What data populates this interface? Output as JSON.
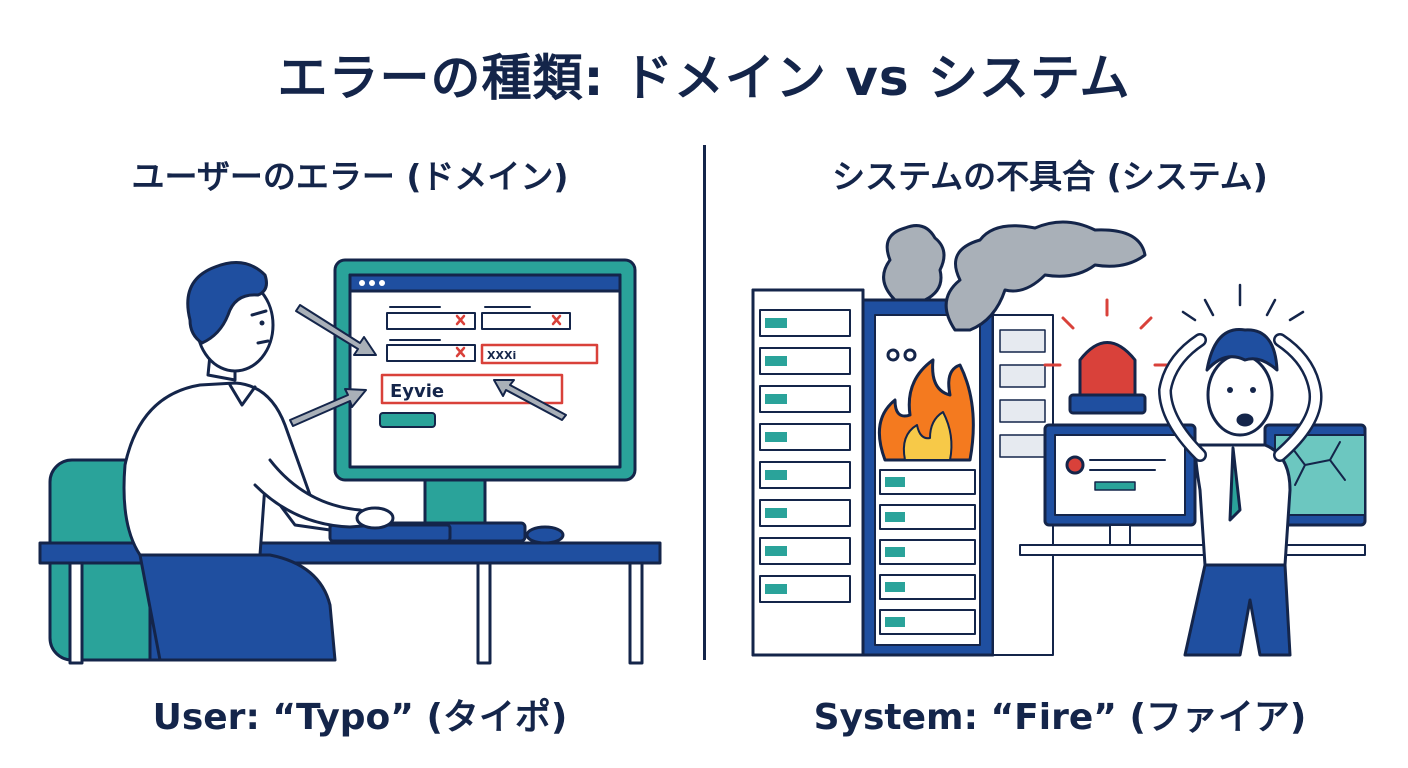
{
  "title": "エラーの種類: ドメイン vs システム",
  "left_panel": {
    "heading": "ユーザーのエラー (ドメイン)",
    "caption": "User: “Typo” (タイポ)",
    "screen": {
      "input_typed": "Eyvie",
      "input_invalid": "XXXi"
    }
  },
  "right_panel": {
    "heading": "システムの不具合 (システム)",
    "caption": "System: “Fire” (ファイア)"
  },
  "colors": {
    "navy": "#14254a",
    "teal": "#2aa39a",
    "blue": "#1f4fa0",
    "error_red": "#d9413a",
    "flame_orange": "#f47a1f",
    "smoke_gray": "#a9b0b8"
  }
}
